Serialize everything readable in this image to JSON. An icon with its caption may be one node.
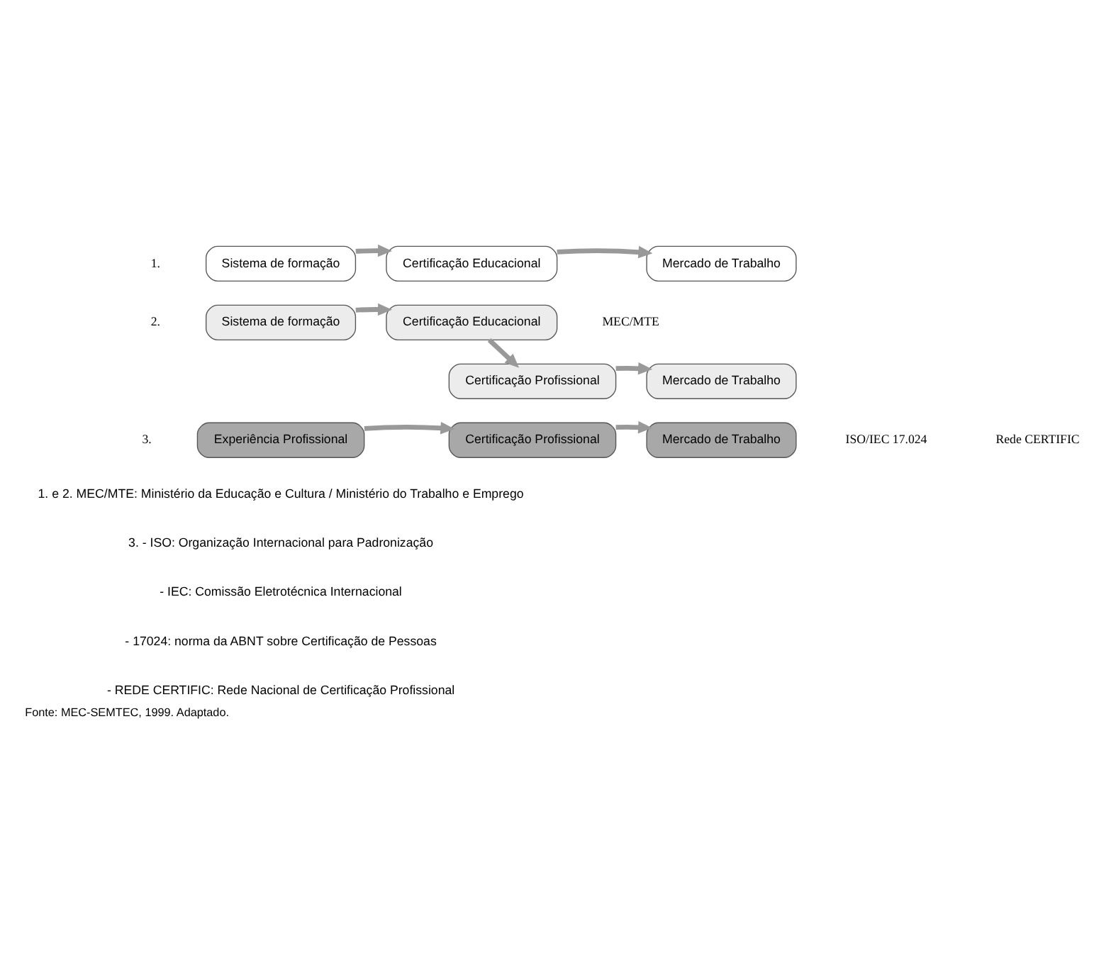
{
  "diagram": {
    "caption": "Fonte: MEC-SEMTEC, 1999. Adaptado.",
    "nodes": [
      {
        "text": [
          "Sistema de formação"
        ]
      },
      {
        "text": [
          "Certificação Educacional"
        ]
      },
      {
        "text": [
          "Mercado de Trabalho"
        ]
      },
      {
        "text": [
          "Sistema de formação"
        ]
      },
      {
        "text": [
          "Certificação Educacional"
        ]
      },
      {
        "text": [
          "Certificação Profissional"
        ]
      },
      {
        "text": [
          "Mercado de Trabalho"
        ]
      },
      {
        "text": [
          "Experiência Profissional"
        ]
      },
      {
        "text": [
          "Certificação Profissional"
        ]
      },
      {
        "text": [
          "Mercado de Trabalho"
        ]
      }
    ],
    "edges": [
      {
        "from": 0,
        "to": 1,
        "arrow": "to"
      },
      {
        "from": 1,
        "to": 2,
        "arrow": "to"
      },
      {
        "from": 3,
        "to": 4,
        "arrow": "to"
      },
      {
        "from": 4,
        "to": 5,
        "arrow": "to"
      },
      {
        "from": 5,
        "to": 6,
        "arrow": "to"
      },
      {
        "from": 7,
        "to": 8,
        "arrow": "to"
      },
      {
        "from": 8,
        "to": 9,
        "arrow": "to"
      }
    ],
    "labels": [
      "1.",
      "2.",
      "3.",
      "MEC/MTE",
      "ISO/IEC 17.024",
      "Rede CERTIFIC",
      "1. e 2. MEC/MTE: Ministério da Educação e Cultura / Ministério do Trabalho e Emprego",
      "3. - ISO: Organização Internacional para Padronização",
      "- IEC: Comissão Eletrotécnica Internacional",
      "- 17024: norma da ABNT sobre Certificação de Pessoas",
      "- REDE CERTIFIC: Rede Nacional de Certificação Profissional"
    ]
  }
}
